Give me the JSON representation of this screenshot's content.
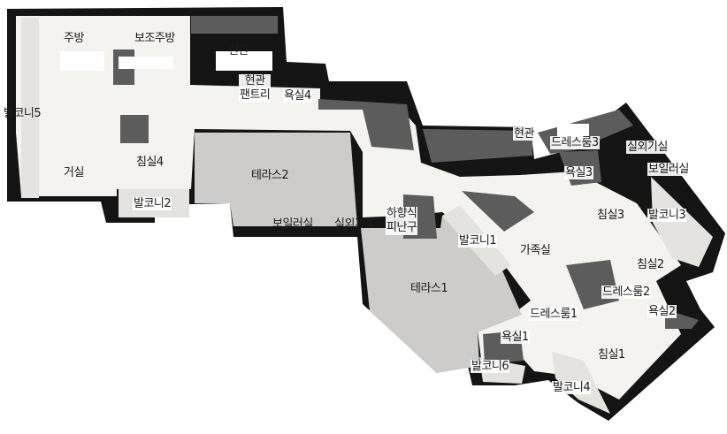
{
  "colors": {
    "wall": "#141414",
    "floor": "#f4f3ef",
    "terrace": "#cdccca",
    "balcony": "#e4e3e0",
    "service": "#5c5c5c",
    "fixture": "#ffffff"
  },
  "rooms": {
    "kitchen": "주방",
    "pantry_kitchen": "보조주방",
    "entrance_main": "현관",
    "entrance_pantry": "현관\n팬트리",
    "bath4": "욕실4",
    "balcony5": "발코니5",
    "living": "거실",
    "bed4": "침실4",
    "terrace2": "테라스2",
    "balcony2": "발코니2",
    "boiler_room_left": "보일러실",
    "outdoor_unit_left": "실외기실",
    "evacuation": "하향식\n피난구",
    "entrance_right": "현관",
    "dress3": "드레스룸3",
    "bath3": "욕실3",
    "outdoor_unit_right": "실외기실",
    "boiler_room_right": "보일러실",
    "bed3": "침실3",
    "balcony3": "발코니3",
    "balcony1": "발코니1",
    "family": "가족실",
    "terrace1": "테라스1",
    "bed2": "침실2",
    "dress2": "드레스룸2",
    "bath2": "욕실2",
    "dress1": "드레스룸1",
    "bath1": "욕실1",
    "bed1": "침실1",
    "balcony6": "발코니6",
    "balcony4": "발코니4"
  }
}
